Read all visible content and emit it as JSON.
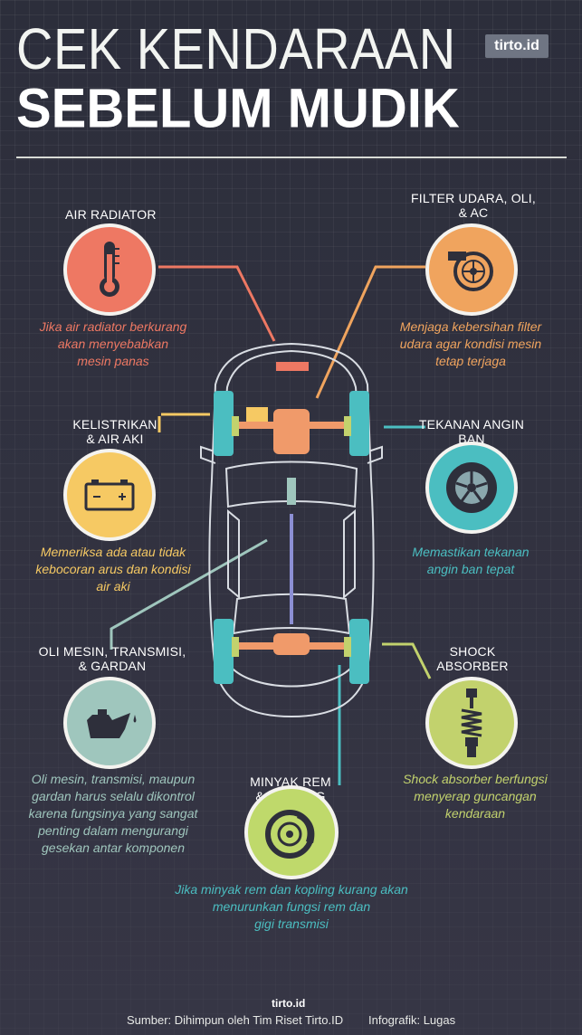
{
  "header": {
    "title_line1": "CEK KENDARAAN",
    "title_line2": "SEBELUM MUDIK",
    "logo": "tirto.id"
  },
  "colors": {
    "radiator": "#ee7863",
    "filter": "#f0a45e",
    "battery": "#f6c963",
    "tire": "#4bbec1",
    "oil": "#9fc6bd",
    "shock": "#c2d26d",
    "brake": "#bfd96b",
    "car_line": "#d9dde3",
    "engine": "#f09a6a"
  },
  "items": [
    {
      "key": "radiator",
      "label": "AIR RADIATOR",
      "icon": "thermometer-icon",
      "desc_lines": [
        "Jika air radiator berkurang",
        "akan menyebabkan",
        "mesin panas"
      ]
    },
    {
      "key": "filter",
      "label_lines": [
        "FILTER UDARA, OLI,",
        "& AC"
      ],
      "icon": "turbo-fan-icon",
      "desc_lines": [
        "Menjaga kebersihan filter",
        "udara agar kondisi mesin",
        "tetap terjaga"
      ]
    },
    {
      "key": "battery",
      "label_lines": [
        "KELISTRIKAN",
        "& AIR AKI"
      ],
      "icon": "battery-icon",
      "desc_lines": [
        "Memeriksa ada atau tidak",
        "kebocoran arus dan kondisi",
        "air aki"
      ]
    },
    {
      "key": "tire",
      "label_lines": [
        "TEKANAN ANGIN",
        "BAN"
      ],
      "icon": "wheel-icon",
      "desc_lines": [
        "Memastikan tekanan",
        "angin ban tepat"
      ]
    },
    {
      "key": "oil",
      "label_lines": [
        "OLI MESIN, TRANSMISI,",
        "& GARDAN"
      ],
      "icon": "oil-can-icon",
      "desc_lines": [
        "Oli mesin, transmisi, maupun",
        "gardan harus selalu dikontrol",
        "karena fungsinya yang sangat",
        "penting dalam mengurangi",
        "gesekan antar komponen"
      ]
    },
    {
      "key": "shock",
      "label_lines": [
        "SHOCK",
        "ABSORBER"
      ],
      "icon": "shock-absorber-icon",
      "desc_lines": [
        "Shock absorber berfungsi",
        "menyerap guncangan",
        "kendaraan"
      ]
    },
    {
      "key": "brake",
      "label_lines": [
        "MINYAK REM",
        "& KOPLING"
      ],
      "icon": "brake-disc-icon",
      "desc_lines": [
        "Jika minyak rem dan kopling kurang akan",
        "menurunkan fungsi rem dan",
        "gigi transmisi"
      ]
    }
  ],
  "footer": {
    "logo": "tirto.id",
    "source": "Sumber: Dihimpun oleh Tim Riset Tirto.ID",
    "credit": "Infografik: Lugas"
  }
}
